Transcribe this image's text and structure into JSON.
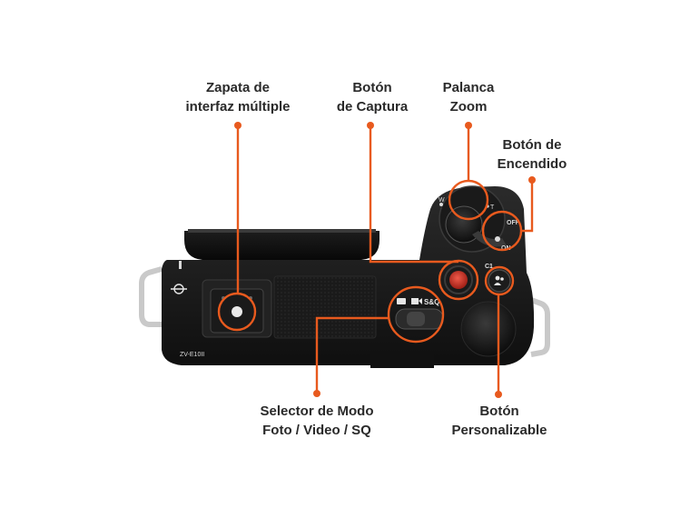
{
  "accent_color": "#e85a1e",
  "callouts": [
    {
      "id": "hotshoe",
      "lines": [
        "Zapata de",
        "interfaz múltiple"
      ]
    },
    {
      "id": "capture",
      "lines": [
        "Botón",
        "de Captura"
      ]
    },
    {
      "id": "zoom",
      "lines": [
        "Palanca",
        "Zoom"
      ]
    },
    {
      "id": "power",
      "lines": [
        "Botón de",
        "Encendido"
      ]
    },
    {
      "id": "mode",
      "lines": [
        "Selector de Modo",
        "Foto / Video / SQ"
      ]
    },
    {
      "id": "custom",
      "lines": [
        "Botón",
        "Personalizable"
      ]
    }
  ],
  "camera": {
    "model": "ZV-E10II",
    "zoom_w": "W",
    "zoom_t": "T",
    "power_off": "OFF",
    "power_on": "ON",
    "mode_sq": "S&Q",
    "custom_label": "C1"
  }
}
